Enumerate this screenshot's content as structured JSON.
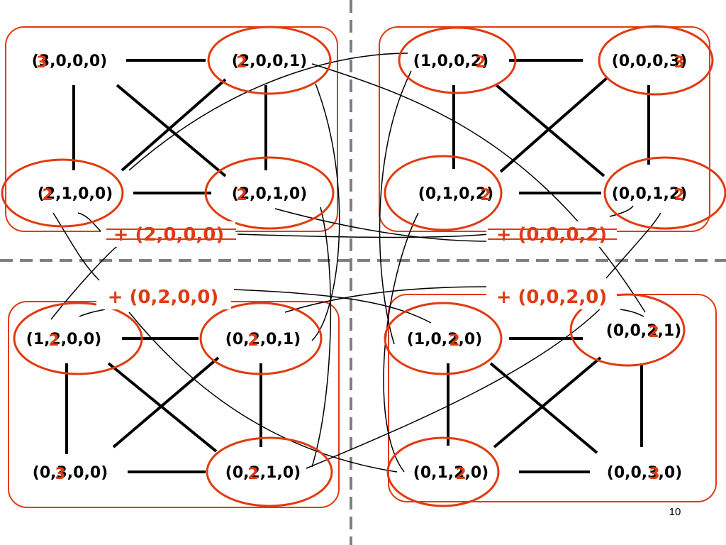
{
  "colors": {
    "accent": "#e03b10",
    "lines": "#000000",
    "dashes": "#808080",
    "background": "#ffffff"
  },
  "nodes": {
    "n3000": "(3,0,0,0)",
    "n2001": "(2,0,0,1)",
    "n2100": "(2,1,0,0)",
    "n2010": "(2,0,1,0)",
    "n1002": "(1,0,0,2)",
    "n0003": "(0,0,0,3)",
    "n0102": "(0,1,0,2)",
    "n0012": "(0,0,1,2)",
    "n1200": "(1,2,0,0)",
    "n0201": "(0,2,0,1)",
    "n0300": "(0,3,0,0)",
    "n0210": "(0,2,1,0)",
    "n1020": "(1,0,2,0)",
    "n0021": "(0,0,2,1)",
    "n0120": "(0,1,2,0)",
    "n0030": "(0,0,3,0)"
  },
  "overwrites": {
    "n3000": "3",
    "n2001": "2",
    "n2100": "2",
    "n2010": "2",
    "n1002": "2",
    "n0003": "3",
    "n0102": "2",
    "n0012": "2",
    "n1200": "2",
    "n0201": "2",
    "n0300": "3",
    "n0210": "2",
    "n1020": "2",
    "n0021": "2",
    "n0120": "2",
    "n0030": "3"
  },
  "shifts": {
    "s2000": "+ (2,0,0,0)",
    "s0002": "+ (0,0,0,2)",
    "s0200": "+ (0,2,0,0)",
    "s0020": "+ (0,0,2,0)"
  },
  "page_number": "10"
}
